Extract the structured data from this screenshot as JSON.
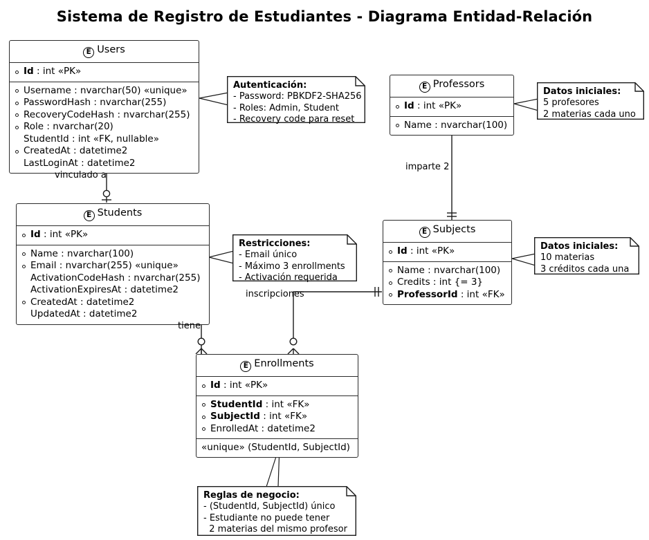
{
  "title": "Sistema de Registro de Estudiantes - Diagrama Entidad-Relación",
  "colors": {
    "background": "#ffffff",
    "stroke": "#2b2b2b",
    "edge": "#1a1a1a",
    "text": "#000000"
  },
  "entities": {
    "users": {
      "badge": "E",
      "name": "Users",
      "pk": "Id : int «PK»",
      "pk_bold": "Id",
      "pk_rest": " : int «PK»",
      "attributes": [
        {
          "text": "Username : nvarchar(50) «unique»",
          "marker": true
        },
        {
          "text": "PasswordHash : nvarchar(255)",
          "marker": true
        },
        {
          "text": "RecoveryCodeHash : nvarchar(255)",
          "marker": true
        },
        {
          "text": "Role : nvarchar(20)",
          "marker": true
        },
        {
          "text": "StudentId : int «FK, nullable»",
          "marker": false
        },
        {
          "text": "CreatedAt : datetime2",
          "marker": true
        },
        {
          "text": "LastLoginAt : datetime2",
          "marker": false
        }
      ]
    },
    "students": {
      "badge": "E",
      "name": "Students",
      "pk_bold": "Id",
      "pk_rest": " : int «PK»",
      "attributes": [
        {
          "text": "Name : nvarchar(100)",
          "marker": true
        },
        {
          "text": "Email : nvarchar(255) «unique»",
          "marker": true
        },
        {
          "text": "ActivationCodeHash : nvarchar(255)",
          "marker": false
        },
        {
          "text": "ActivationExpiresAt : datetime2",
          "marker": false
        },
        {
          "text": "CreatedAt : datetime2",
          "marker": true
        },
        {
          "text": "UpdatedAt : datetime2",
          "marker": false
        }
      ]
    },
    "professors": {
      "badge": "E",
      "name": "Professors",
      "pk_bold": "Id",
      "pk_rest": " : int «PK»",
      "attributes": [
        {
          "text": "Name : nvarchar(100)",
          "marker": true
        }
      ]
    },
    "subjects": {
      "badge": "E",
      "name": "Subjects",
      "pk_bold": "Id",
      "pk_rest": " : int «PK»",
      "attributes": [
        {
          "text": "Name : nvarchar(100)",
          "marker": true,
          "bold": false
        },
        {
          "text": "Credits : int {= 3}",
          "marker": true,
          "bold": false
        },
        {
          "bold_part": "ProfessorId",
          "rest": " : int «FK»",
          "marker": true,
          "bold": true
        }
      ]
    },
    "enrollments": {
      "badge": "E",
      "name": "Enrollments",
      "pk_bold": "Id",
      "pk_rest": " : int «PK»",
      "attributes": [
        {
          "bold_part": "StudentId",
          "rest": " : int «FK»",
          "marker": true,
          "bold": true
        },
        {
          "bold_part": "SubjectId",
          "rest": " : int «FK»",
          "marker": true,
          "bold": true
        },
        {
          "text": "EnrolledAt : datetime2",
          "marker": true,
          "bold": false
        }
      ],
      "constraint": "«unique» (StudentId, SubjectId)"
    }
  },
  "notes": {
    "autenticacion": {
      "title": "Autenticación:",
      "lines": [
        "- Password: PBKDF2-SHA256",
        "- Roles: Admin, Student",
        "- Recovery code para reset"
      ]
    },
    "datos_profesores": {
      "title": "Datos iniciales:",
      "lines": [
        "5 profesores",
        "2 materias cada uno"
      ]
    },
    "restricciones": {
      "title": "Restricciones:",
      "lines": [
        "- Email único",
        "- Máximo 3 enrollments",
        "- Activación requerida"
      ]
    },
    "datos_materias": {
      "title": "Datos iniciales:",
      "lines": [
        "10 materias",
        "3 créditos cada una"
      ]
    },
    "reglas": {
      "title": "Reglas de negocio:",
      "lines": [
        "- (StudentId, SubjectId) único",
        "- Estudiante no puede tener",
        "  2 materias del mismo profesor"
      ]
    }
  },
  "relationships": {
    "users_students": {
      "label": "vinculado a",
      "from": "Users",
      "to": "Students",
      "from_card": "one",
      "to_card": "zero-or-one"
    },
    "professors_subjects": {
      "label": "imparte 2",
      "from": "Professors",
      "to": "Subjects",
      "from_card": "one",
      "to_card": "one"
    },
    "students_enrollments": {
      "label": "tiene",
      "from": "Students",
      "to": "Enrollments",
      "from_card": "one",
      "to_card": "zero-or-many"
    },
    "subjects_enrollments": {
      "label": "inscripciones",
      "from": "Subjects",
      "to": "Enrollments",
      "from_card": "one",
      "to_card": "zero-or-many"
    }
  }
}
